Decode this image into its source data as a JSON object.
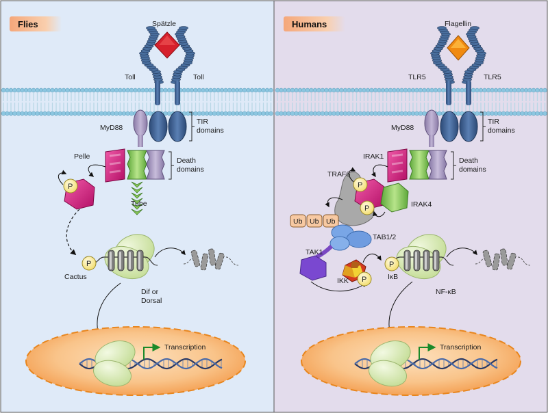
{
  "panels": {
    "flies": {
      "title": "Flies",
      "ligand": "Spätzle",
      "receptor_left": "Toll",
      "receptor_right": "Toll",
      "adaptor": "MyD88",
      "tir": [
        "TIR",
        "domains"
      ],
      "death": [
        "Death",
        "domains"
      ],
      "kinase": "Pelle",
      "tube": "Tube",
      "inhibitor": "Cactus",
      "tf": [
        "Dif or",
        "Dorsal"
      ],
      "phospho": "P",
      "transcription": "Transcription"
    },
    "humans": {
      "title": "Humans",
      "ligand": "Flagellin",
      "receptor_left": "TLR5",
      "receptor_right": "TLR5",
      "adaptor": "MyD88",
      "tir": [
        "TIR",
        "domains"
      ],
      "death": [
        "Death",
        "domains"
      ],
      "irak1": "IRAK1",
      "irak4": "IRAK4",
      "traf6": "TRAF6",
      "ub": [
        "Ub",
        "Ub",
        "Ub"
      ],
      "tab": "TAB1/2",
      "tak1": "TAK1",
      "ikk": "IKK",
      "inhibitor": "IκB",
      "tf": "NF-κB",
      "phospho": "P",
      "transcription": "Transcription"
    }
  },
  "colors": {
    "flies_bg": "#dde9f7",
    "humans_bg": "#e2dbeb",
    "membrane_head": "#9fcfe6",
    "receptor": "#3d5f90",
    "myd88": "#a898c0",
    "pink": "#d6157d",
    "green": "#8fc85a",
    "nucleus": "#f7b36b",
    "phospho": "#fbeea0",
    "title_badge": "#f8c39a"
  }
}
